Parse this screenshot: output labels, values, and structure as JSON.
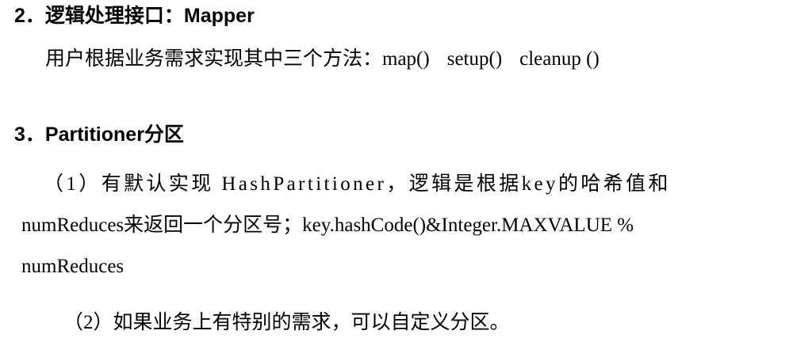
{
  "section2": {
    "heading": "2．逻辑处理接口：Mapper",
    "description_prefix": "用户根据业务需求实现其中三个方法：",
    "methods": [
      "map()",
      "setup()",
      "cleanup ()"
    ]
  },
  "section3": {
    "heading": "3．Partitioner分区",
    "item1": {
      "line1": "（1）有默认实现 HashPartitioner，逻辑是根据key的哈希值和",
      "line2": "numReduces来返回一个分区号；key.hashCode()&Integer.MAXVALUE %",
      "line3": "numReduces"
    },
    "item2": {
      "line1": "（2）如果业务上有特别的需求，可以自定义分区。"
    }
  }
}
